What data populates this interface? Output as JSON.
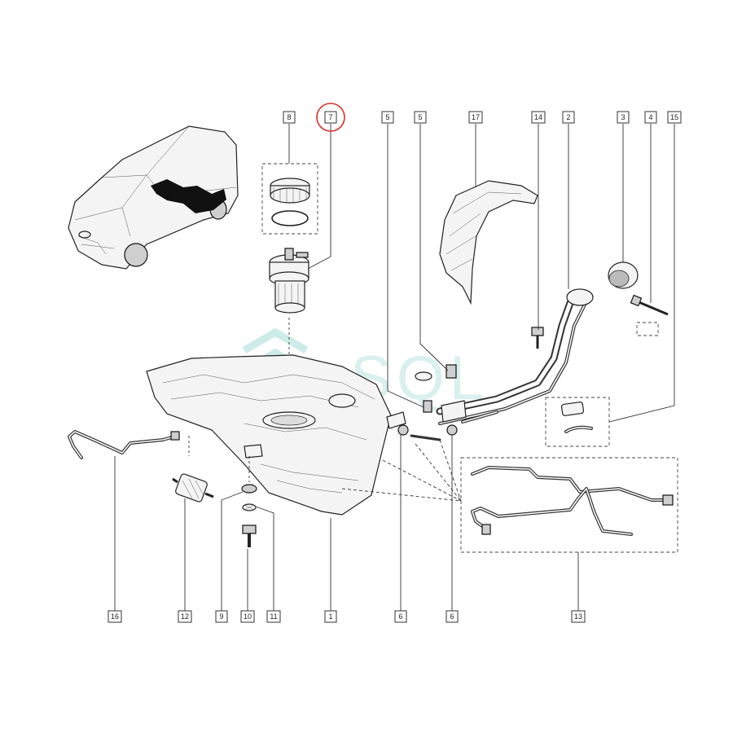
{
  "watermark": {
    "text": "SQL",
    "color": "#8fd3cf"
  },
  "highlight": {
    "label": "7",
    "color": "#d9302b"
  },
  "callouts_top": [
    {
      "id": "c8",
      "label": "8"
    },
    {
      "id": "c7",
      "label": "7"
    },
    {
      "id": "c5a",
      "label": "5"
    },
    {
      "id": "c5b",
      "label": "5"
    },
    {
      "id": "c17",
      "label": "17"
    },
    {
      "id": "c14",
      "label": "14"
    },
    {
      "id": "c2",
      "label": "2"
    },
    {
      "id": "c3",
      "label": "3"
    },
    {
      "id": "c4",
      "label": "4"
    },
    {
      "id": "c15",
      "label": "15"
    }
  ],
  "callouts_bottom": [
    {
      "id": "c16",
      "label": "16"
    },
    {
      "id": "c12",
      "label": "12"
    },
    {
      "id": "c9",
      "label": "9"
    },
    {
      "id": "c10",
      "label": "10"
    },
    {
      "id": "c11",
      "label": "11"
    },
    {
      "id": "c1",
      "label": "1"
    },
    {
      "id": "c6a",
      "label": "6"
    },
    {
      "id": "c6b",
      "label": "6"
    },
    {
      "id": "c13",
      "label": "13"
    }
  ]
}
